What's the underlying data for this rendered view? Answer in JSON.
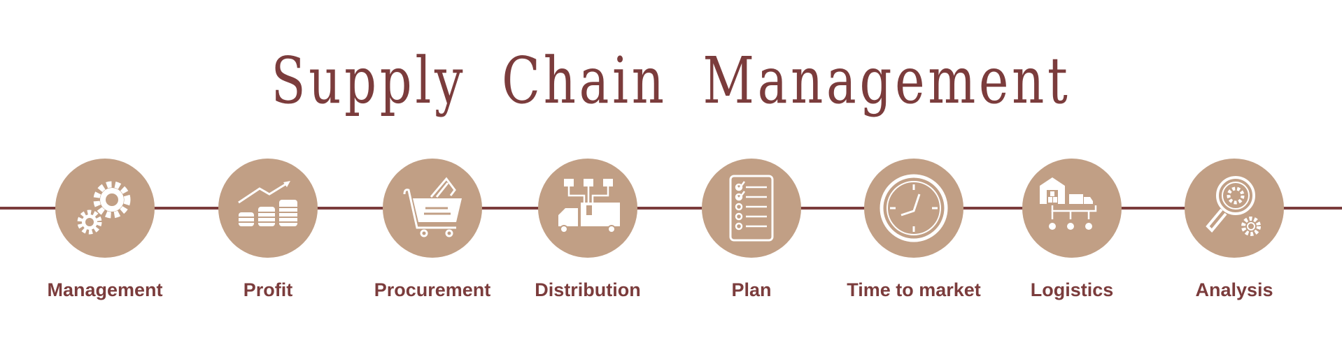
{
  "title": "Supply Chain Management",
  "colors": {
    "accent": "#7b3c3c",
    "circle": "#c19f85",
    "icon": "#ffffff"
  },
  "steps": [
    {
      "label": "Management",
      "icon": "gears-icon"
    },
    {
      "label": "Profit",
      "icon": "coins-growth-icon"
    },
    {
      "label": "Procurement",
      "icon": "shopping-cart-icon"
    },
    {
      "label": "Distribution",
      "icon": "delivery-truck-icon"
    },
    {
      "label": "Plan",
      "icon": "checklist-icon"
    },
    {
      "label": "Time to market",
      "icon": "clock-icon"
    },
    {
      "label": "Logistics",
      "icon": "warehouse-icon"
    },
    {
      "label": "Analysis",
      "icon": "magnifier-gear-icon"
    }
  ]
}
